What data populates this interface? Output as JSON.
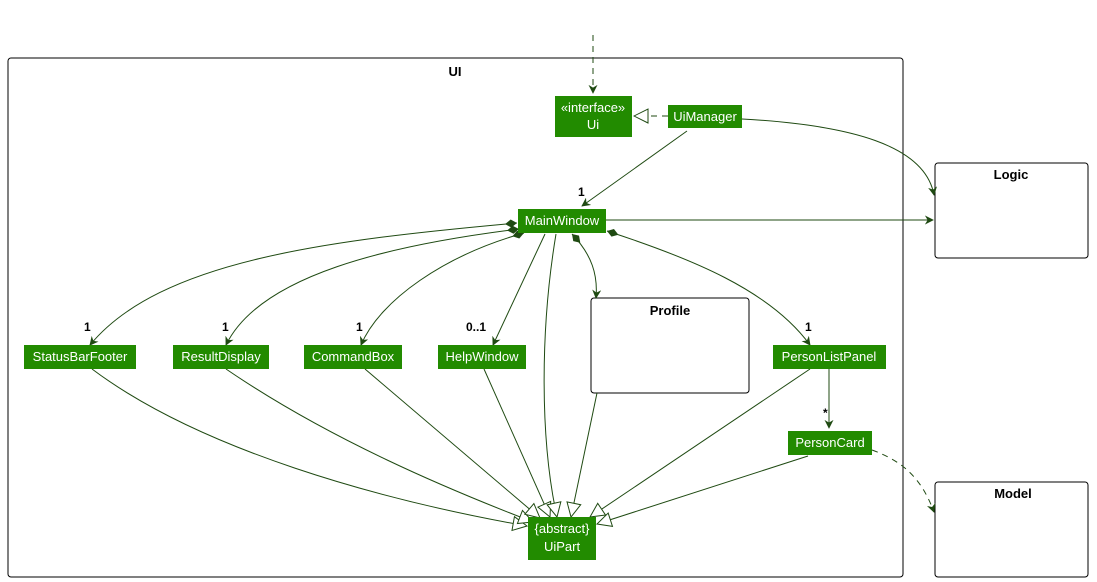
{
  "packages": {
    "ui": "UI",
    "logic": "Logic",
    "model": "Model",
    "profile": "Profile"
  },
  "classes": {
    "ui_interface_stereotype": "«interface»",
    "ui_interface_name": "Ui",
    "ui_manager": "UiManager",
    "main_window": "MainWindow",
    "status_bar_footer": "StatusBarFooter",
    "result_display": "ResultDisplay",
    "command_box": "CommandBox",
    "help_window": "HelpWindow",
    "person_list_panel": "PersonListPanel",
    "person_card": "PersonCard",
    "ui_part_stereotype": "{abstract}",
    "ui_part_name": "UiPart"
  },
  "multiplicities": {
    "main_window": "1",
    "status_bar_footer": "1",
    "result_display": "1",
    "command_box": "1",
    "help_window": "0..1",
    "person_list_panel": "1",
    "person_card": "*"
  },
  "colors": {
    "class_fill": "#228B00",
    "edge": "#1F4A12",
    "text_on_class": "#ffffff"
  }
}
